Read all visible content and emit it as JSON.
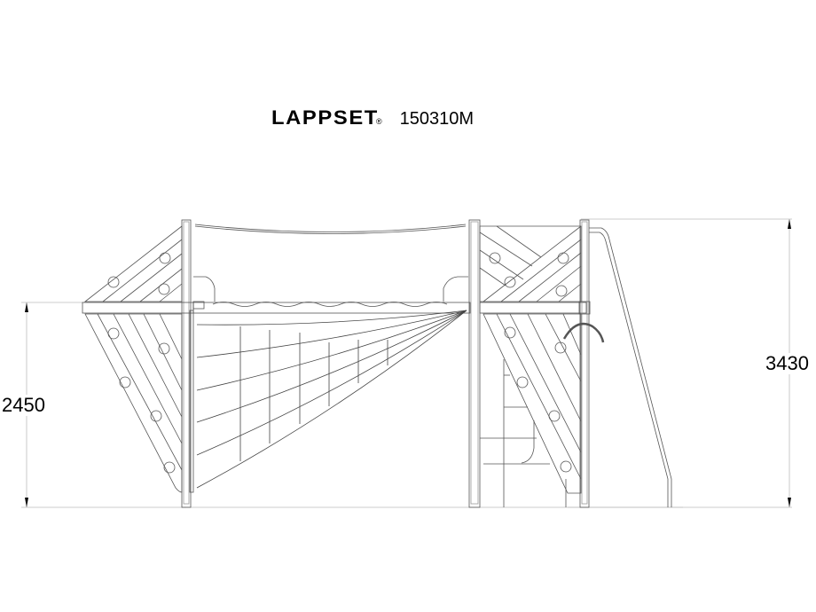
{
  "header": {
    "brand": "LAPPSET",
    "registered_mark": "®",
    "model_number": "150310M"
  },
  "dimensions": {
    "left_height_label": "2450",
    "right_height_label": "3430",
    "unit": "mm"
  },
  "drawing": {
    "view": "side elevation",
    "components": [
      "left tower with diagonal slat panels and round climbing holds",
      "rope bridge with upper handrope and wavy deck",
      "climbing rope net",
      "middle tower with crossed slat panel",
      "rung ladder frame",
      "right tower with slatted panel and curved grab bar",
      "slanted fireman's pole"
    ],
    "line_color": "#555555",
    "dimension_line_color": "#bbbbbb"
  }
}
